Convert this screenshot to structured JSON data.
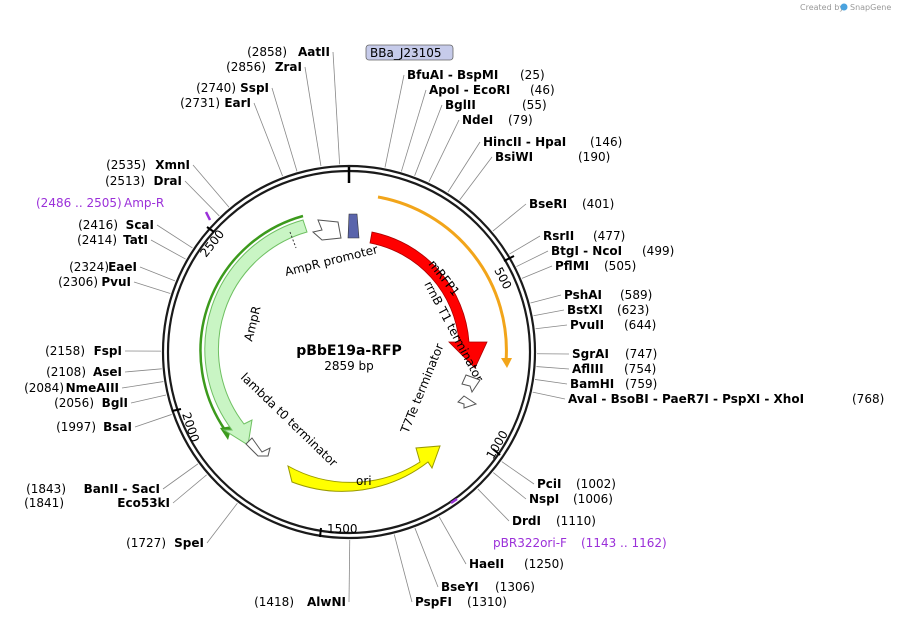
{
  "plasmid": {
    "name": "pBbE19a-RFP",
    "length_label": "2859 bp",
    "length": 2859
  },
  "credit": {
    "prefix": "Created by",
    "brand": "SnapGene"
  },
  "ticks": [
    "500",
    "1000",
    "1500",
    "2000",
    "2500"
  ],
  "colors": {
    "backbone": "#1a1a1a",
    "ampr": "#c9f5c4",
    "ampr_stripe": "#3c9a1c",
    "mrfp": "#ff0000",
    "ori": "#ffff00",
    "stripe_orange": "#f2a51a",
    "promoter_blue": "#5a64ab",
    "primer": "#9b30d9",
    "badge_fill": "#c6cbea"
  },
  "badge": "BBa_J23105",
  "features": [
    {
      "id": "mrfp",
      "label": "mRFP1"
    },
    {
      "id": "ampr",
      "label": "AmpR"
    },
    {
      "id": "ampr-promoter",
      "label": "AmpR promoter"
    },
    {
      "id": "rrnb",
      "label": "rrnB T1 terminator"
    },
    {
      "id": "t7te",
      "label": "T7Te terminator"
    },
    {
      "id": "lambda",
      "label": "lambda t0 terminator"
    },
    {
      "id": "ori",
      "label": "ori"
    }
  ],
  "primers": [
    {
      "name": "Amp-R",
      "range": "(2486 .. 2505)"
    },
    {
      "name": "pBR322ori-F",
      "range": "(1143 .. 1162)"
    }
  ],
  "enzymes_right": [
    {
      "label": "BfuAI  -  BspMI",
      "pos": "(25)"
    },
    {
      "label": "ApoI  -  EcoRI",
      "pos": "(46)"
    },
    {
      "label": "BglII",
      "pos": "(55)"
    },
    {
      "label": "NdeI",
      "pos": "(79)"
    },
    {
      "label": "HincII  -  HpaI",
      "pos": "(146)"
    },
    {
      "label": "BsiWI",
      "pos": "(190)"
    },
    {
      "label": "BseRI",
      "pos": "(401)"
    },
    {
      "label": "RsrII",
      "pos": "(477)"
    },
    {
      "label": "BtgI  -  NcoI",
      "pos": "(499)"
    },
    {
      "label": "PflMI",
      "pos": "(505)"
    },
    {
      "label": "PshAI",
      "pos": "(589)"
    },
    {
      "label": "BstXI",
      "pos": "(623)"
    },
    {
      "label": "PvuII",
      "pos": "(644)"
    },
    {
      "label": "SgrAI",
      "pos": "(747)"
    },
    {
      "label": "AflIII",
      "pos": "(754)"
    },
    {
      "label": "BamHI",
      "pos": "(759)"
    },
    {
      "label": "AvaI  -  BsoBI  -  PaeR7I  -  PspXI  -  XhoI",
      "pos": "(768)"
    },
    {
      "label": "PciI",
      "pos": "(1002)"
    },
    {
      "label": "NspI",
      "pos": "(1006)"
    },
    {
      "label": "DrdI",
      "pos": "(1110)"
    },
    {
      "label": "HaeII",
      "pos": "(1250)"
    },
    {
      "label": "BseYI",
      "pos": "(1306)"
    },
    {
      "label": "PspFI",
      "pos": "(1310)"
    }
  ],
  "enzymes_left": [
    {
      "label": "AatII",
      "pos": "(2858)"
    },
    {
      "label": "ZraI",
      "pos": "(2856)"
    },
    {
      "label": "SspI",
      "pos": "(2740)"
    },
    {
      "label": "EarI",
      "pos": "(2731)"
    },
    {
      "label": "XmnI",
      "pos": "(2535)"
    },
    {
      "label": "DraI",
      "pos": "(2513)"
    },
    {
      "label": "ScaI",
      "pos": "(2416)"
    },
    {
      "label": "TatI",
      "pos": "(2414)"
    },
    {
      "label": "EaeI",
      "pos": "(2324)"
    },
    {
      "label": "PvuI",
      "pos": "(2306)"
    },
    {
      "label": "FspI",
      "pos": "(2158)"
    },
    {
      "label": "AseI",
      "pos": "(2108)"
    },
    {
      "label": "NmeAIII",
      "pos": "(2084)"
    },
    {
      "label": "BglI",
      "pos": "(2056)"
    },
    {
      "label": "BsaI",
      "pos": "(1997)"
    },
    {
      "label": "BanII  -  SacI",
      "pos": "(1843)"
    },
    {
      "label": "Eco53kI",
      "pos": "(1841)"
    },
    {
      "label": "SpeI",
      "pos": "(1727)"
    },
    {
      "label": "AlwNI",
      "pos": "(1418)"
    }
  ]
}
